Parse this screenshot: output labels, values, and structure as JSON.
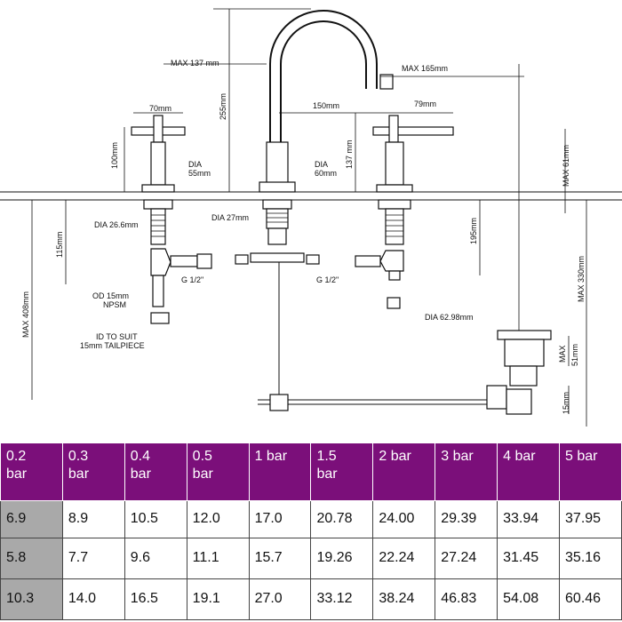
{
  "drawing": {
    "labels": {
      "max137": "MAX 137  mm",
      "max165": "MAX 165mm",
      "d255": "255mm",
      "d150": "150mm",
      "d70": "70mm",
      "d79": "79mm",
      "d100": "100mm",
      "d137": "137  mm",
      "max61": "MAX 61mm",
      "dia55a": "DIA",
      "dia55b": "55mm",
      "dia60a": "DIA",
      "dia60b": "60mm",
      "dia27": "DIA 27mm",
      "dia266": "DIA 26.6mm",
      "d195": "195mm",
      "d115": "115mm",
      "max330": "MAX 330mm",
      "max408": "MAX 408mm",
      "g12a": "G 1/2\"",
      "g12b": "G 1/2\"",
      "od15": "OD 15mm",
      "npsm": "NPSM",
      "idsuit": "ID TO SUIT",
      "tailpiece": "15mm TAILPIECE",
      "dia6298": "DIA 62.98mm",
      "max51a": "MAX",
      "max51b": "51mm",
      "d15": "15mm"
    }
  },
  "table": {
    "headers": [
      [
        "0.2",
        "bar"
      ],
      [
        "0.3",
        "bar"
      ],
      [
        "0.4",
        "bar"
      ],
      [
        "0.5",
        "bar"
      ],
      [
        "1 bar"
      ],
      [
        "1.5",
        "bar"
      ],
      [
        "2 bar"
      ],
      [
        "3 bar"
      ],
      [
        "4 bar"
      ],
      [
        "5 bar"
      ]
    ],
    "rows": [
      [
        "6.9",
        "8.9",
        "10.5",
        "12.0",
        "17.0",
        "20.78",
        "24.00",
        "29.39",
        "33.94",
        "37.95"
      ],
      [
        "5.8",
        "7.7",
        "9.6",
        "11.1",
        "15.7",
        "19.26",
        "22.24",
        "27.24",
        "31.45",
        "35.16"
      ],
      [
        "10.3",
        "14.0",
        "16.5",
        "19.1",
        "27.0",
        "33.12",
        "38.24",
        "46.83",
        "54.08",
        "60.46"
      ]
    ]
  }
}
